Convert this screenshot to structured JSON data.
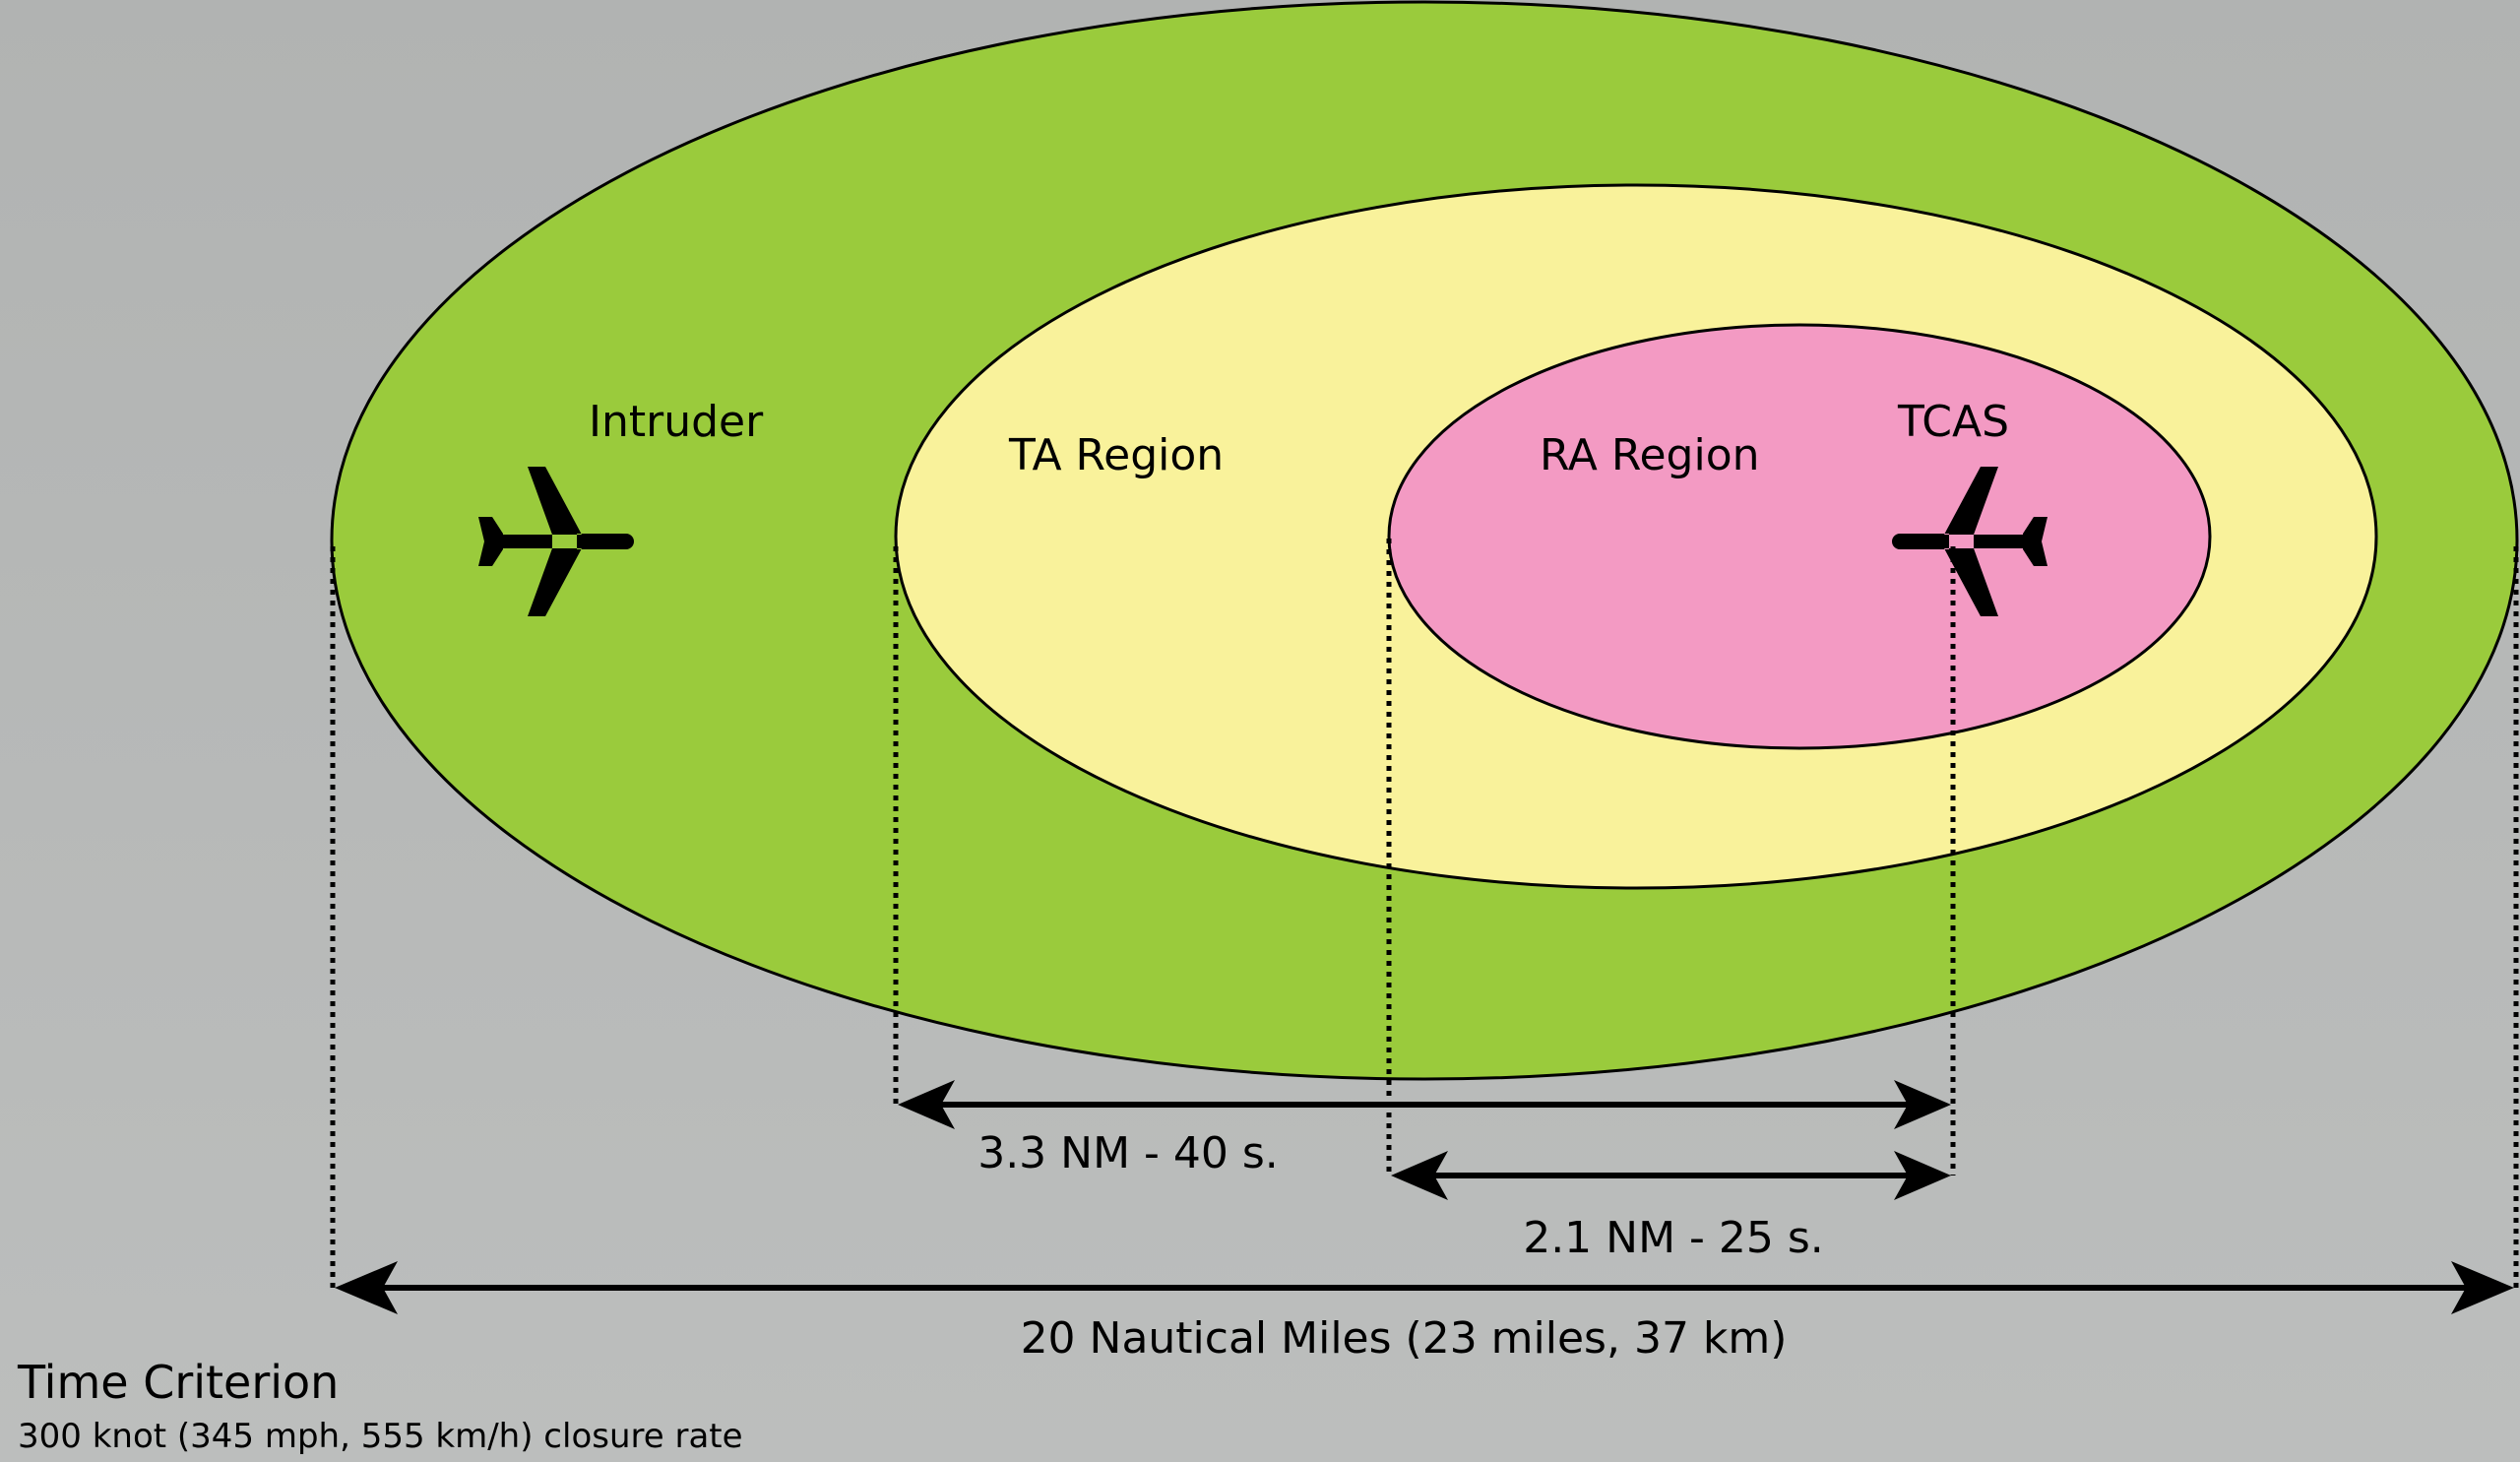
{
  "labels": {
    "intruder": "Intruder",
    "ta_region": "TA Region",
    "ra_region": "RA Region",
    "tcas": "TCAS"
  },
  "dimensions": {
    "ta": "3.3 NM - 40 s.",
    "ra": "2.1 NM - 25 s.",
    "total": "20 Nautical Miles (23 miles, 37 km)"
  },
  "legend": {
    "title": "Time Criterion",
    "subtitle": "300 knot (345 mph, 555 km/h) closure rate"
  },
  "colors": {
    "background": "#b6b8b7",
    "outer_region": "#9acb3c",
    "ta_region": "#f9f29b",
    "ra_region": "#f39ac3"
  },
  "icons": [
    "airplane-icon-intruder",
    "airplane-icon-tcas"
  ]
}
